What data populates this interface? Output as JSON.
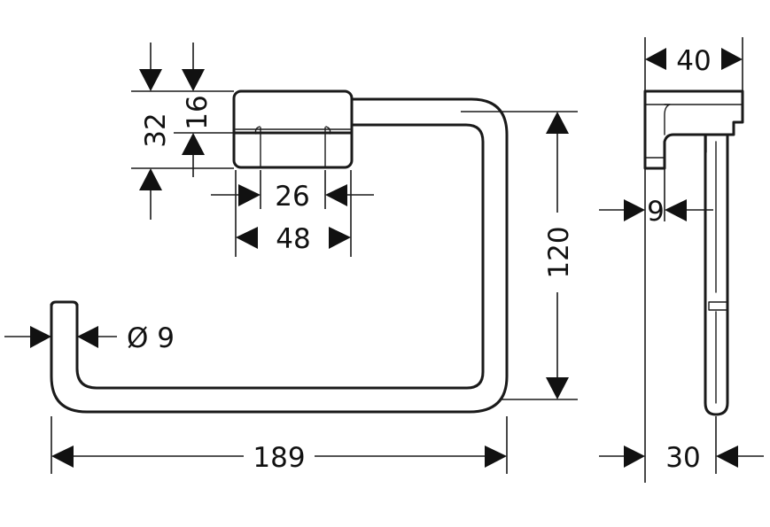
{
  "drawing": {
    "colors": {
      "line": "#1a1a1a",
      "background": "#ffffff"
    },
    "dimensions": {
      "overall_width": "189",
      "ring_height": "120",
      "mount_height": "32",
      "mount_lip": "16",
      "mount_inner_width": "26",
      "mount_width": "48",
      "bar_diameter": "Ø 9",
      "depth": "40",
      "wall_gap": "9",
      "ring_depth": "30"
    }
  }
}
